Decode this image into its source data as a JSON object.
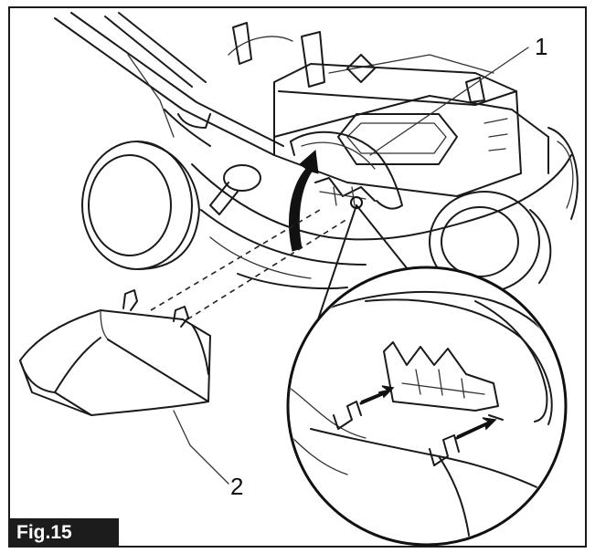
{
  "figure": {
    "tag": "Fig.15",
    "callouts": [
      {
        "id": "1",
        "text": "1"
      },
      {
        "id": "2",
        "text": "2"
      }
    ]
  },
  "colors": {
    "line": "#1a1a1a",
    "tag_background": "#1c1c1c",
    "tag_text": "#ffffff",
    "arrow_fill": "#111111"
  }
}
